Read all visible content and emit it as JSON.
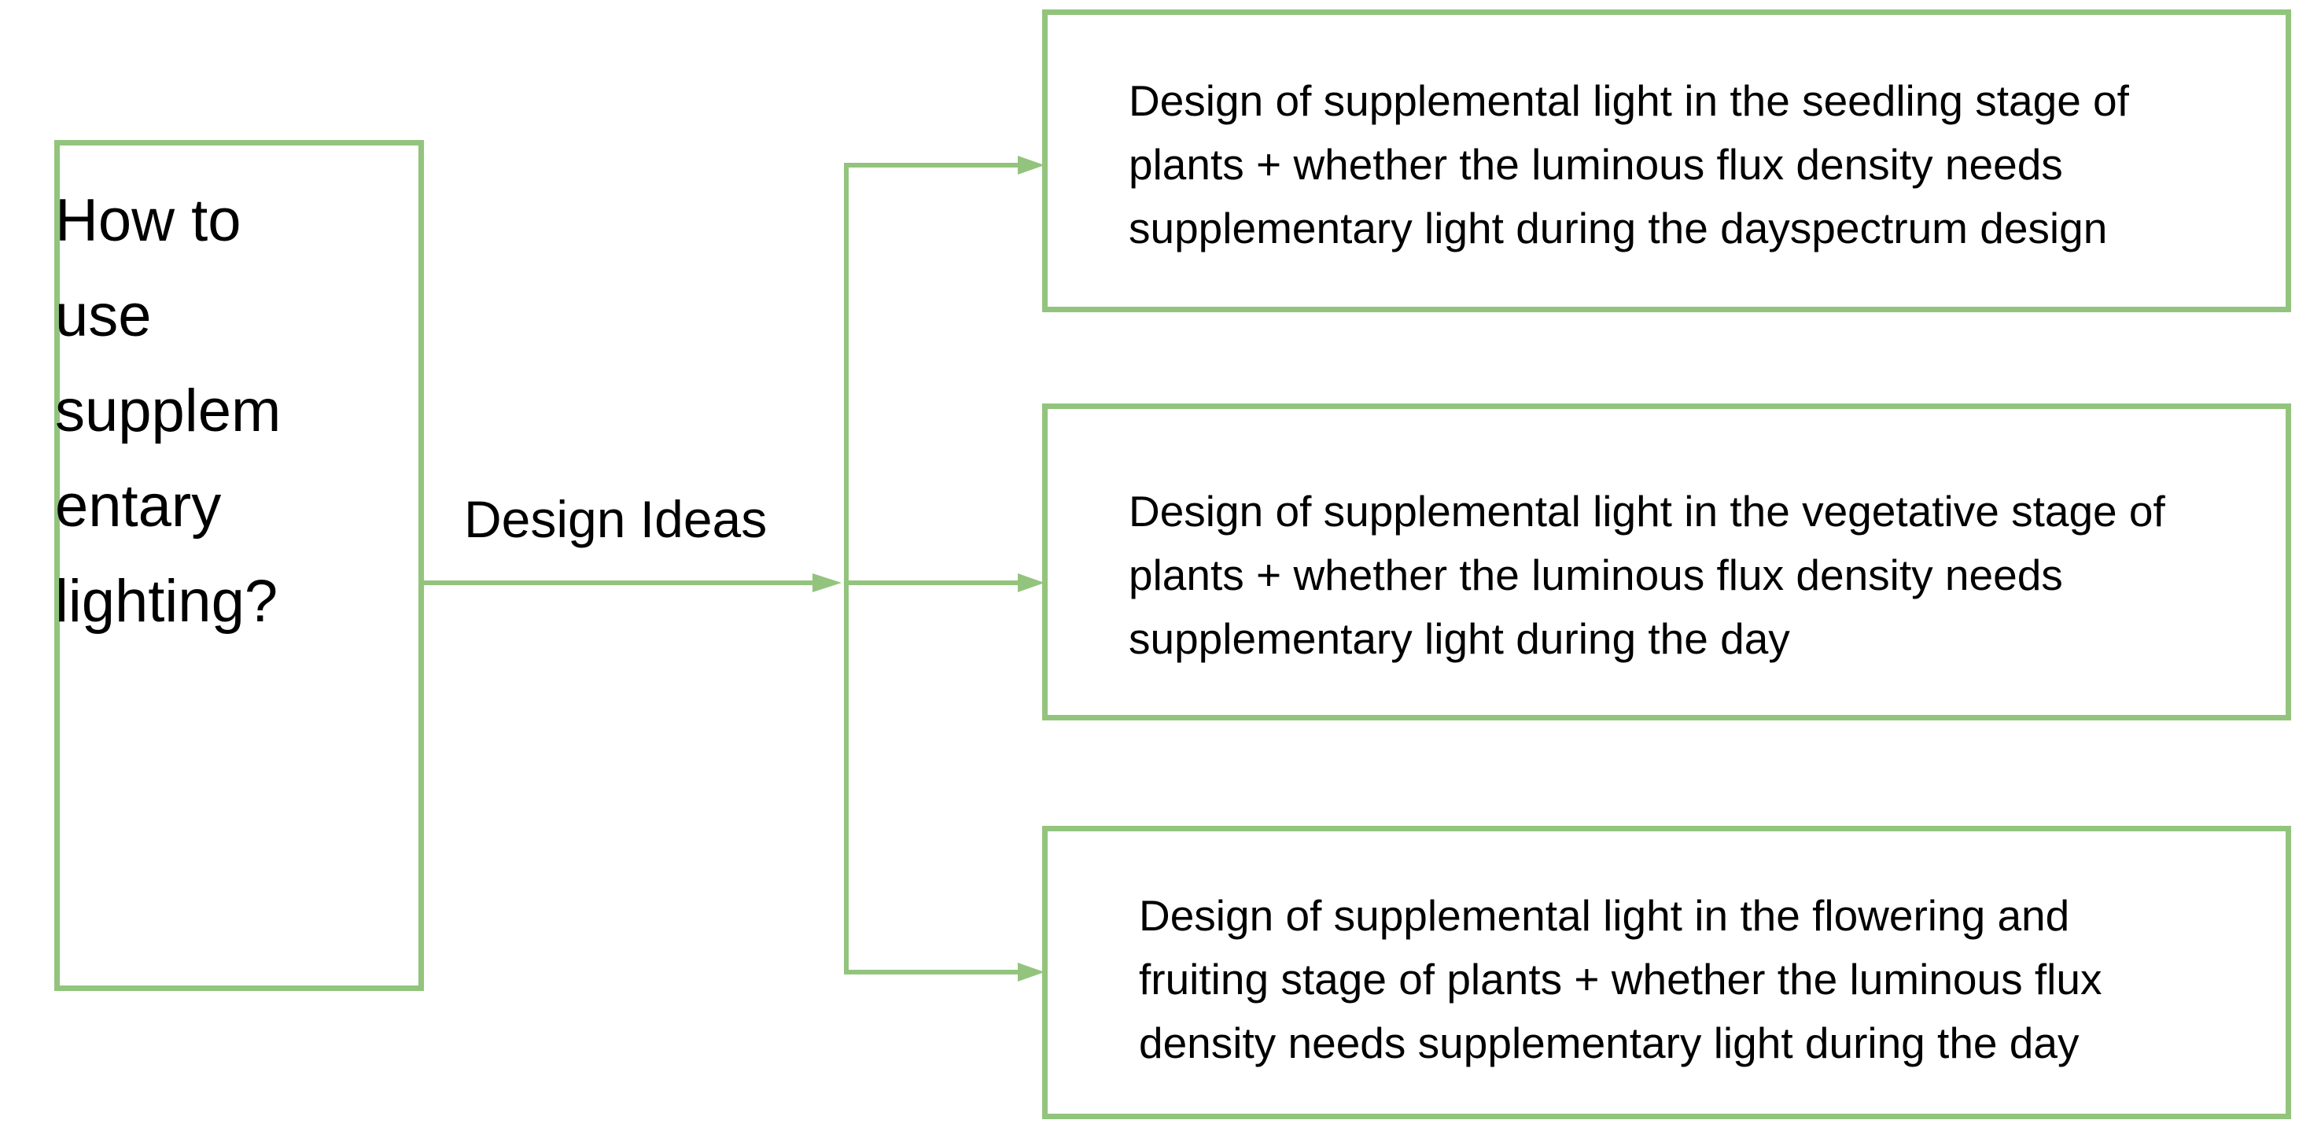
{
  "diagram": {
    "question": "How to\nuse\nsupplem\nentary\nlighting?",
    "connector_label": "Design Ideas",
    "branches": [
      {
        "text": "Design of supplemental light in the seedling stage of\nplants + whether the luminous flux density needs\nsupplementary light during the dayspectrum design"
      },
      {
        "text": "Design of supplemental light in the vegetative stage of\nplants + whether the luminous flux density needs\nsupplementary light during the day"
      },
      {
        "text": "Design of supplemental light in the flowering and\nfruiting stage of plants + whether the luminous flux\ndensity needs supplementary light during the day"
      }
    ]
  },
  "colors": {
    "accent": "#93c47d",
    "text": "#000000",
    "background": "#ffffff"
  }
}
